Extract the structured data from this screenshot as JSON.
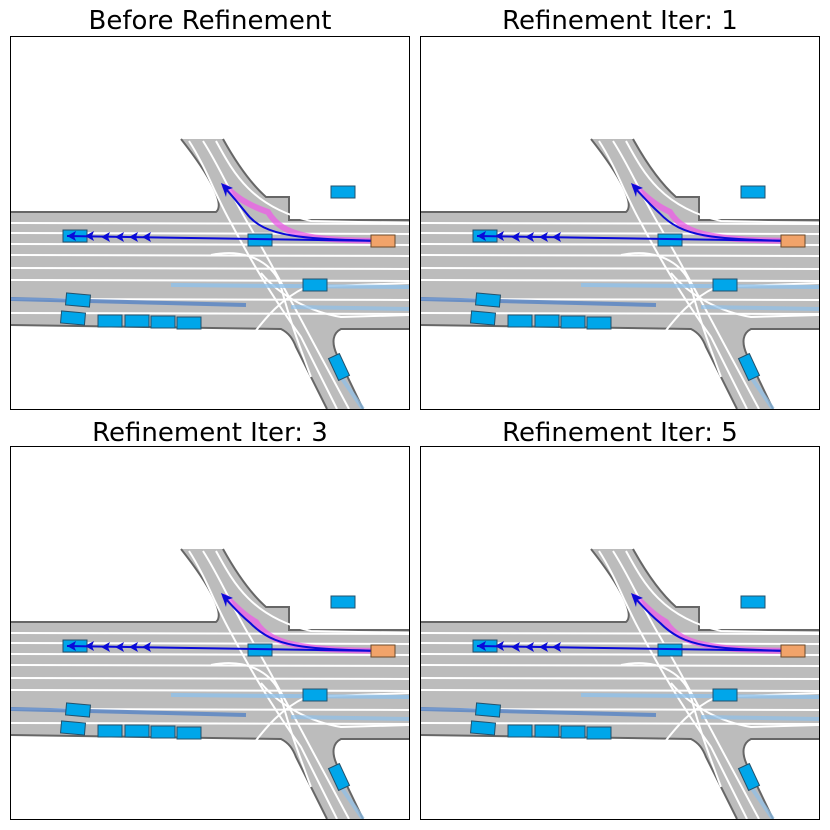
{
  "panels": [
    {
      "title": "Before Refinement",
      "variant": 0
    },
    {
      "title": "Refinement Iter: 1",
      "variant": 1
    },
    {
      "title": "Refinement Iter: 3",
      "variant": 3
    },
    {
      "title": "Refinement Iter: 5",
      "variant": 5
    }
  ],
  "colors": {
    "road": "#bcbcbc",
    "road_edge": "#666666",
    "lane_line": "#ffffff",
    "vehicle": "#00a6ea",
    "vehicle_edge": "#23506b",
    "ego": "#f1a36a",
    "ego_edge": "#6a4a2a",
    "plan": "#0a0ad8",
    "ground_truth": "#ee5ce8",
    "history": "#8fc0ea"
  }
}
